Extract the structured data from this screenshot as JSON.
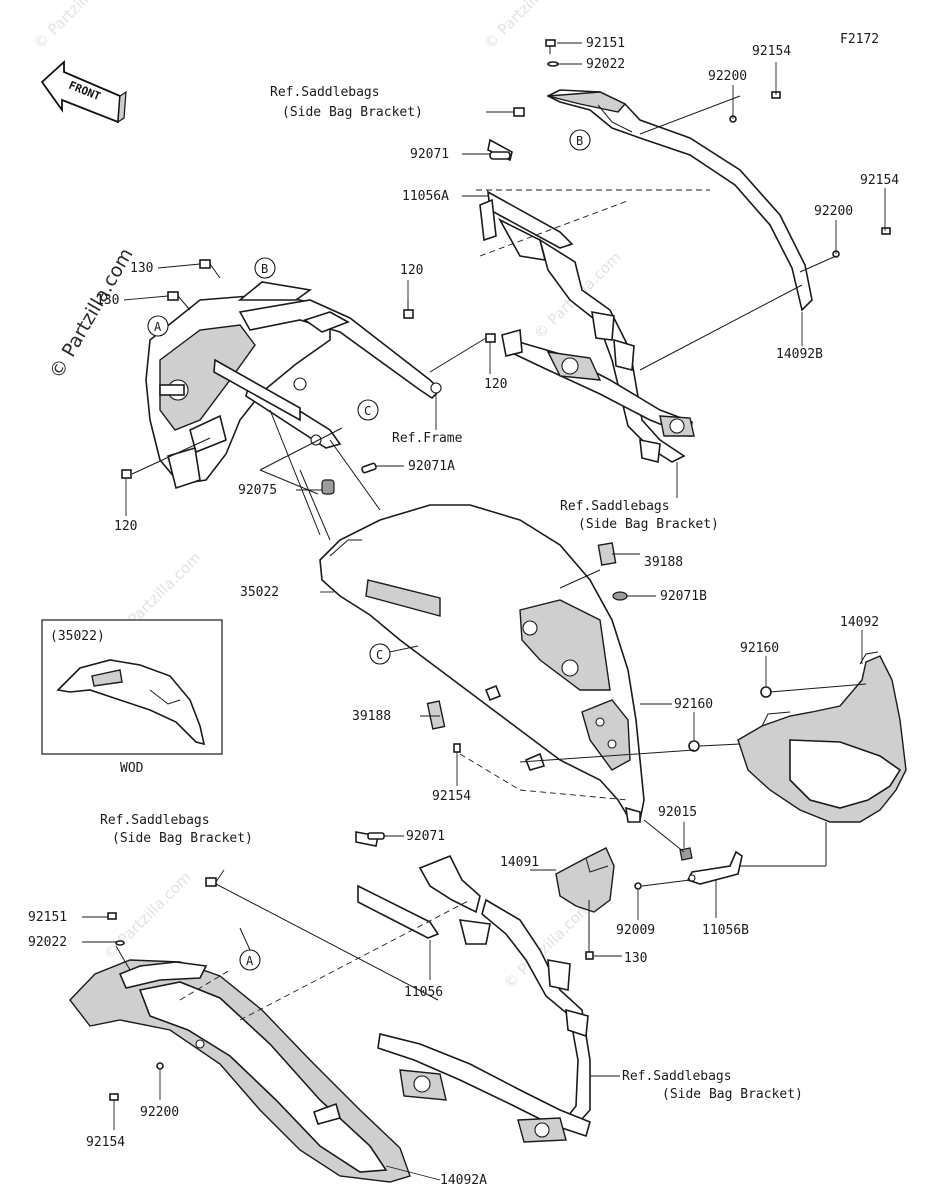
{
  "diagram_code": "F2172",
  "front_label": "FRONT",
  "watermark": "© Partzilla.com",
  "wod_box": {
    "title": "(35022)",
    "caption": "WOD"
  },
  "callouts": [
    "A",
    "B",
    "C"
  ],
  "labels": {
    "p92151_top": "92151",
    "p92022_top": "92022",
    "p92154_top": "92154",
    "p92200_top": "92200",
    "ref_saddle_top_1": "Ref.Saddlebags",
    "ref_saddle_top_2": "(Side Bag Bracket)",
    "p92071": "92071",
    "p11056A": "11056A",
    "p92154_r": "92154",
    "p92200_r": "92200",
    "p14092B": "14092B",
    "p130_a": "130",
    "p130_b": "130",
    "p120_top": "120",
    "p120_mid": "120",
    "p120_left": "120",
    "ref_frame": "Ref.Frame",
    "p92071A": "92071A",
    "p92075": "92075",
    "ref_saddle_mid_1": "Ref.Saddlebags",
    "ref_saddle_mid_2": "(Side Bag Bracket)",
    "p39188_r": "39188",
    "p35022": "35022",
    "p92071B": "92071B",
    "p14092": "14092",
    "p92160_a": "92160",
    "p92160_b": "92160",
    "p39188_l": "39188",
    "p92154_mid": "92154",
    "ref_saddle_bl_1": "Ref.Saddlebags",
    "ref_saddle_bl_2": "(Side Bag Bracket)",
    "p92071_low": "92071",
    "p92015": "92015",
    "p14091": "14091",
    "p92009": "92009",
    "p11056B": "11056B",
    "p130_low": "130",
    "p92151_low": "92151",
    "p92022_low": "92022",
    "p11056": "11056",
    "p92200_low": "92200",
    "p92154_low": "92154",
    "p14092A": "14092A",
    "ref_saddle_br_1": "Ref.Saddlebags",
    "ref_saddle_br_2": "(Side Bag Bracket)"
  }
}
